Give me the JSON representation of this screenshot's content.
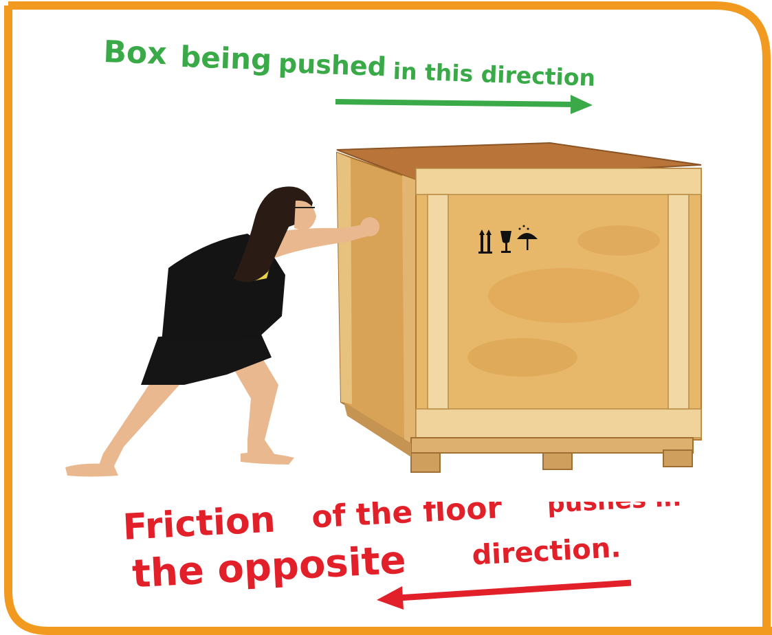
{
  "caption_top": {
    "words": [
      {
        "text": "Box",
        "size": 44
      },
      {
        "text": "being",
        "size": 42
      },
      {
        "text": "pushed",
        "size": 38
      },
      {
        "text": "in this direction",
        "size": 33
      }
    ]
  },
  "caption_bottom": {
    "line1": [
      {
        "text": "Friction",
        "size": 52
      },
      {
        "text": "of the floor",
        "size": 44
      },
      {
        "text": "pushes in",
        "size": 36
      }
    ],
    "line2": [
      {
        "text": "the opposite",
        "size": 56
      },
      {
        "text": "direction.",
        "size": 40
      }
    ]
  },
  "colors": {
    "frame": "#F29A1F",
    "green": "#3AAA48",
    "red": "#E2202A",
    "wood": "#E8B86A",
    "wood_dark": "#C98A3A",
    "skin": "#E9B88E",
    "shirt": "#141414",
    "hair": "#2A1C14"
  },
  "icons": [
    "this-way-up-icon",
    "fragile-glass-icon",
    "keep-dry-umbrella-icon"
  ]
}
